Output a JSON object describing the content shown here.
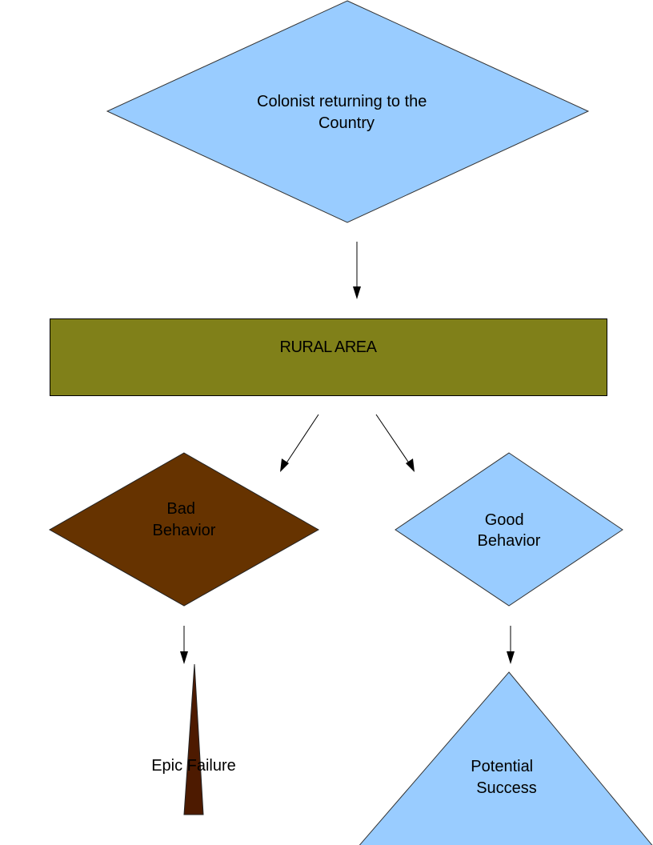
{
  "diagram": {
    "colors": {
      "light_blue": "#99ccff",
      "olive": "#808019",
      "brown": "#663300",
      "dark_brown": "#4d1a00",
      "stroke": "#000000"
    },
    "nodes": {
      "colonist": {
        "shape": "diamond",
        "lines": [
          "Colonist returning to the",
          "Country"
        ]
      },
      "rural": {
        "shape": "rectangle",
        "lines": [
          "RURAL AREA"
        ]
      },
      "bad": {
        "shape": "diamond",
        "lines": [
          "Bad",
          "Behavior"
        ]
      },
      "good": {
        "shape": "diamond",
        "lines": [
          "Good",
          "Behavior"
        ]
      },
      "failure": {
        "shape": "spike-triangle",
        "lines": [
          "Epic Failure"
        ]
      },
      "success": {
        "shape": "triangle",
        "lines": [
          "Potential",
          "Success"
        ]
      }
    },
    "edges": [
      {
        "from": "colonist",
        "to": "rural"
      },
      {
        "from": "rural",
        "to": "bad"
      },
      {
        "from": "rural",
        "to": "good"
      },
      {
        "from": "bad",
        "to": "failure"
      },
      {
        "from": "good",
        "to": "success"
      }
    ]
  }
}
